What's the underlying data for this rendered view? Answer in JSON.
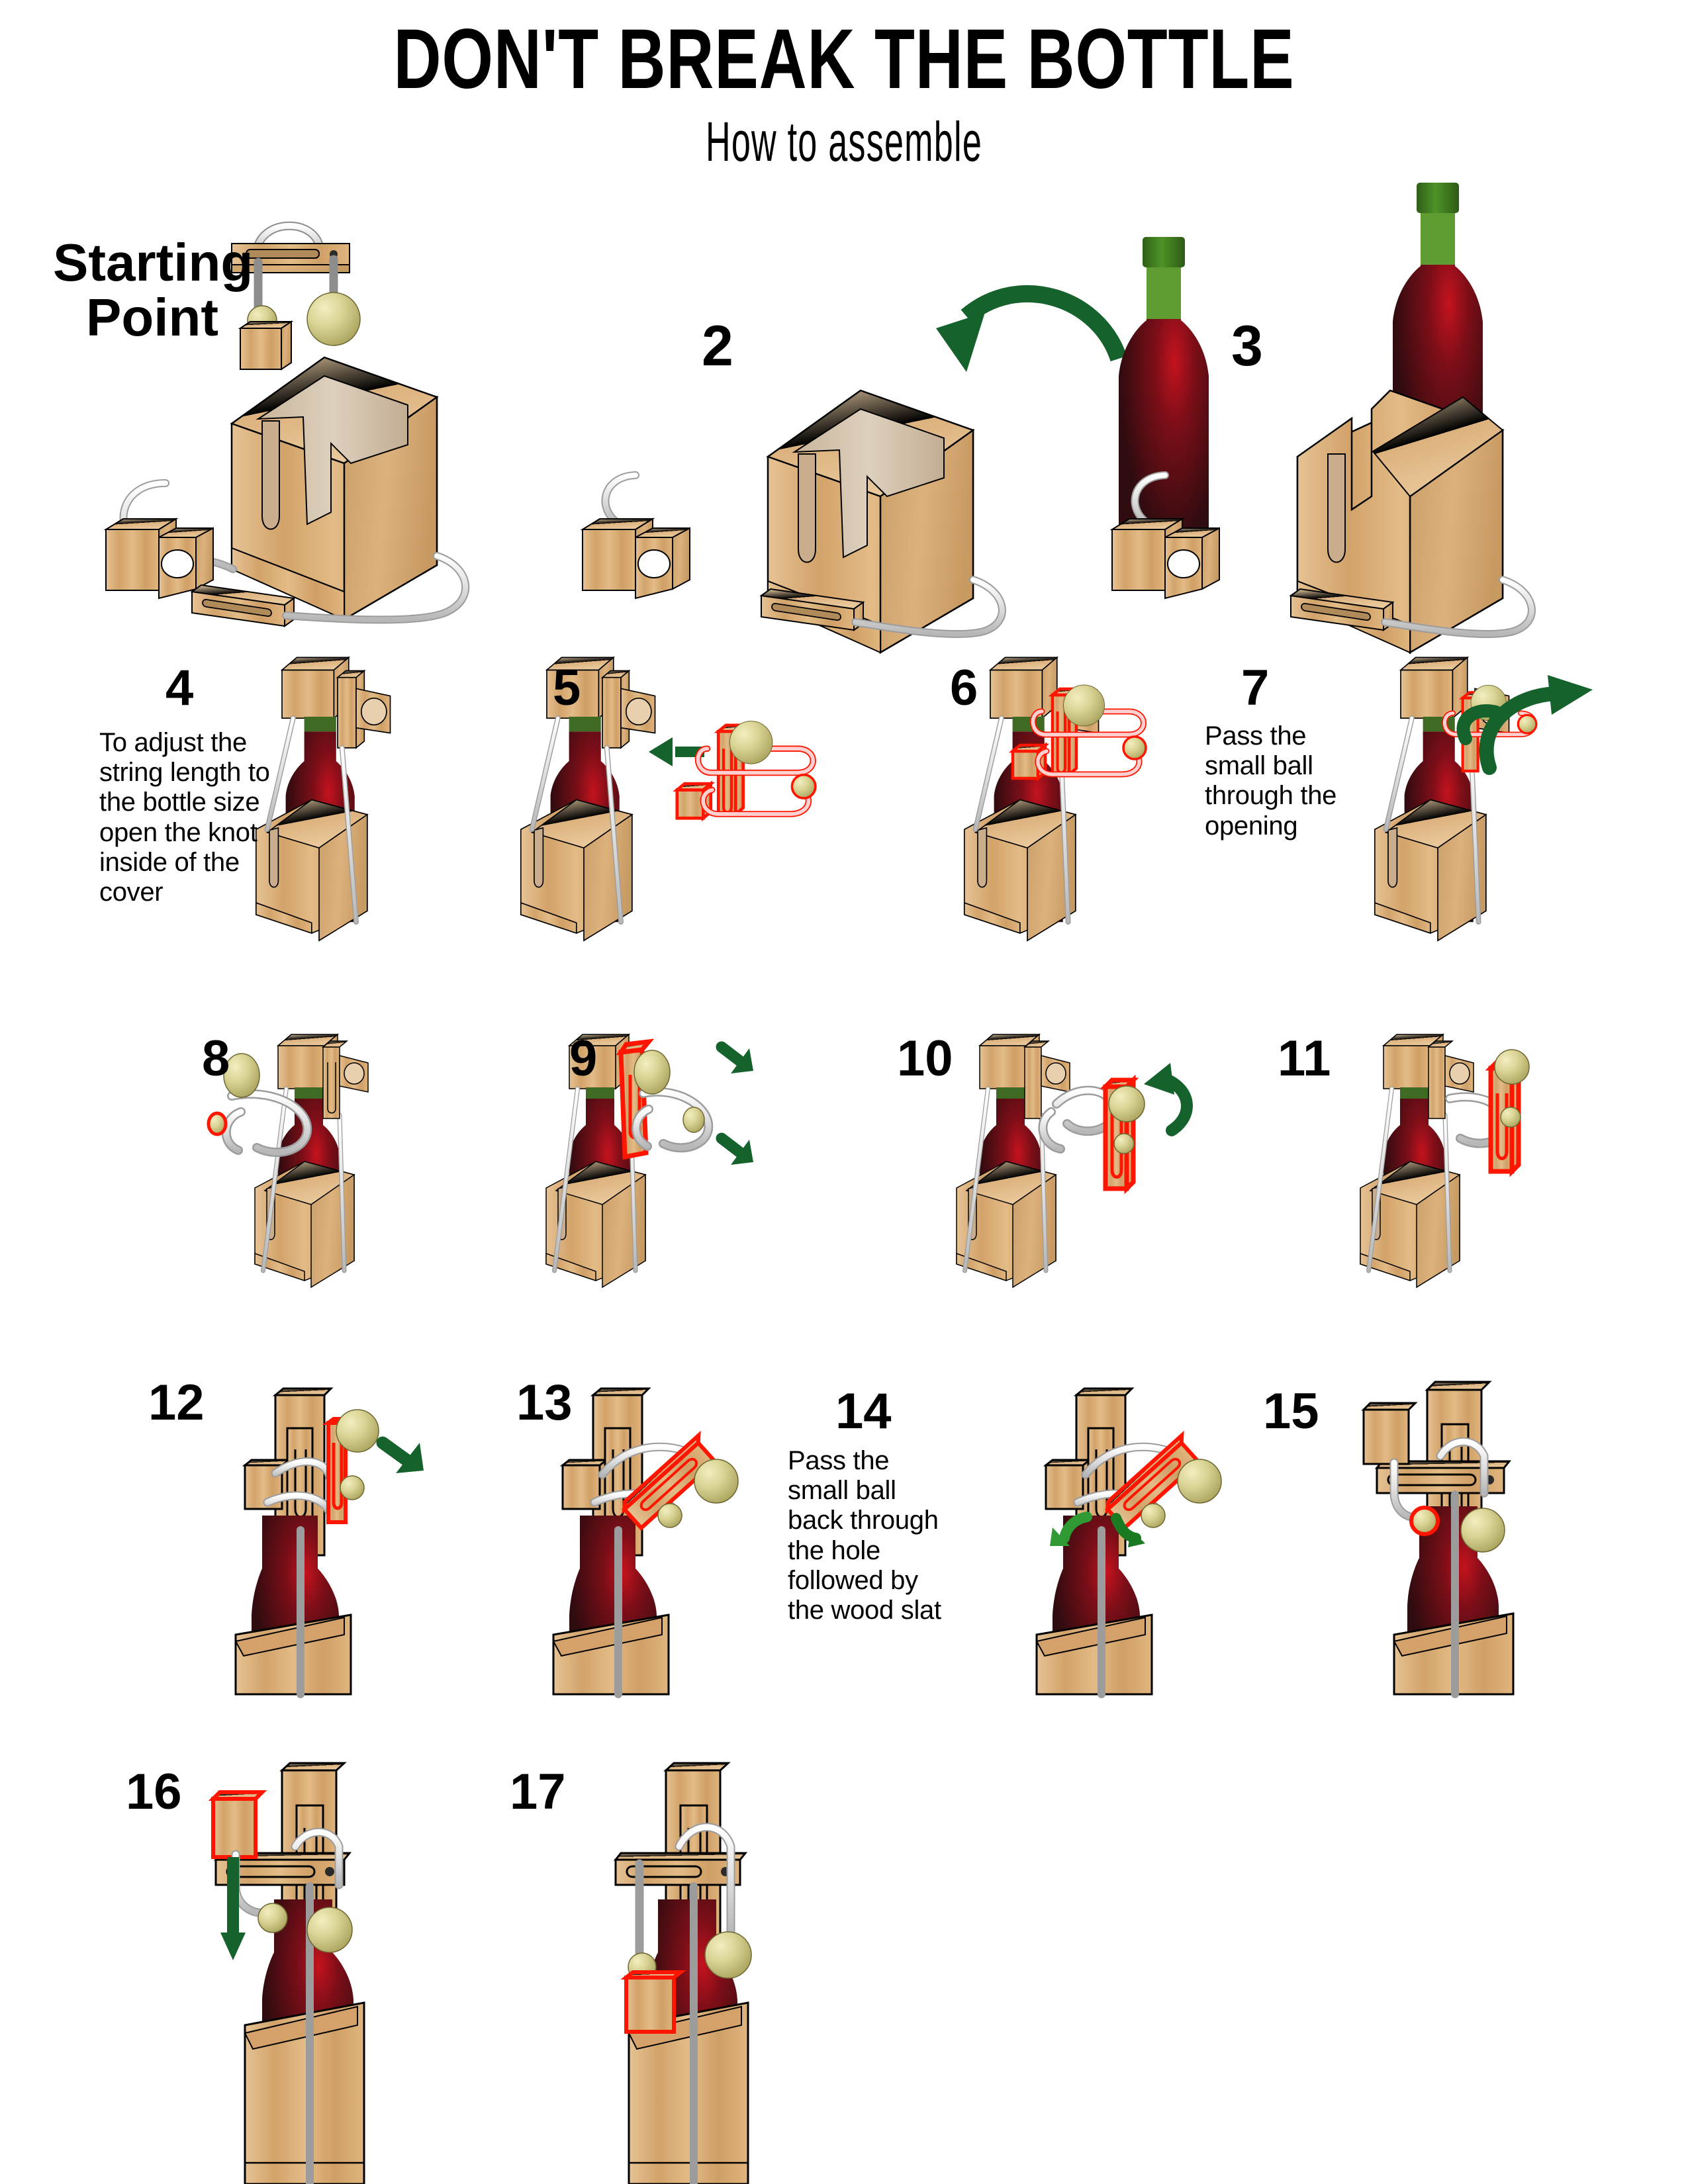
{
  "header": {
    "title": "DON'T BREAK THE BOTTLE",
    "subtitle": "How to assemble"
  },
  "labels": {
    "starting_point": "Starting\nPoint"
  },
  "colors": {
    "wood_light": "#e3bb86",
    "wood_mid": "#d4a26a",
    "wood_dark": "#b98murl",
    "wood_edge": "#000000",
    "bottle_glass": "#3a1013",
    "bottle_highlight": "#b3121b",
    "bottle_neck_green": "#3f7a20",
    "bottle_cap_green": "#3f7a20",
    "string": "#d9d9d9",
    "ball": "#c9c47e",
    "arrow_green": "#15622c",
    "highlight_red": "#ff1500"
  },
  "steps": [
    {
      "id": "start",
      "number": "",
      "text": ""
    },
    {
      "id": "s2",
      "number": "2",
      "text": ""
    },
    {
      "id": "s3",
      "number": "3",
      "text": ""
    },
    {
      "id": "s4",
      "number": "4",
      "text": "To adjust the string length to the bottle size open the knot inside of the cover"
    },
    {
      "id": "s5",
      "number": "5",
      "text": ""
    },
    {
      "id": "s6",
      "number": "6",
      "text": ""
    },
    {
      "id": "s7",
      "number": "7",
      "text": "Pass the small ball through the opening"
    },
    {
      "id": "s8",
      "number": "8",
      "text": ""
    },
    {
      "id": "s9",
      "number": "9",
      "text": ""
    },
    {
      "id": "s10",
      "number": "10",
      "text": ""
    },
    {
      "id": "s11",
      "number": "11",
      "text": ""
    },
    {
      "id": "s12",
      "number": "12",
      "text": ""
    },
    {
      "id": "s13",
      "number": "13",
      "text": ""
    },
    {
      "id": "s14",
      "number": "14",
      "text": "Pass the small ball back through the hole followed by the wood slat"
    },
    {
      "id": "s15",
      "number": "15",
      "text": ""
    },
    {
      "id": "s16",
      "number": "16",
      "text": ""
    },
    {
      "id": "s17",
      "number": "17",
      "text": ""
    }
  ],
  "step_numbers": {
    "n2": "2",
    "n3": "3",
    "n4": "4",
    "n5": "5",
    "n6": "6",
    "n7": "7",
    "n8": "8",
    "n9": "9",
    "n10": "10",
    "n11": "11",
    "n12": "12",
    "n13": "13",
    "n14": "14",
    "n15": "15",
    "n16": "16",
    "n17": "17"
  },
  "step_texts": {
    "t4": "To adjust the string length to the bottle size open the knot inside of the cover",
    "t7": "Pass the small ball through the opening",
    "t14": "Pass the small ball back through the hole followed by the wood slat"
  }
}
